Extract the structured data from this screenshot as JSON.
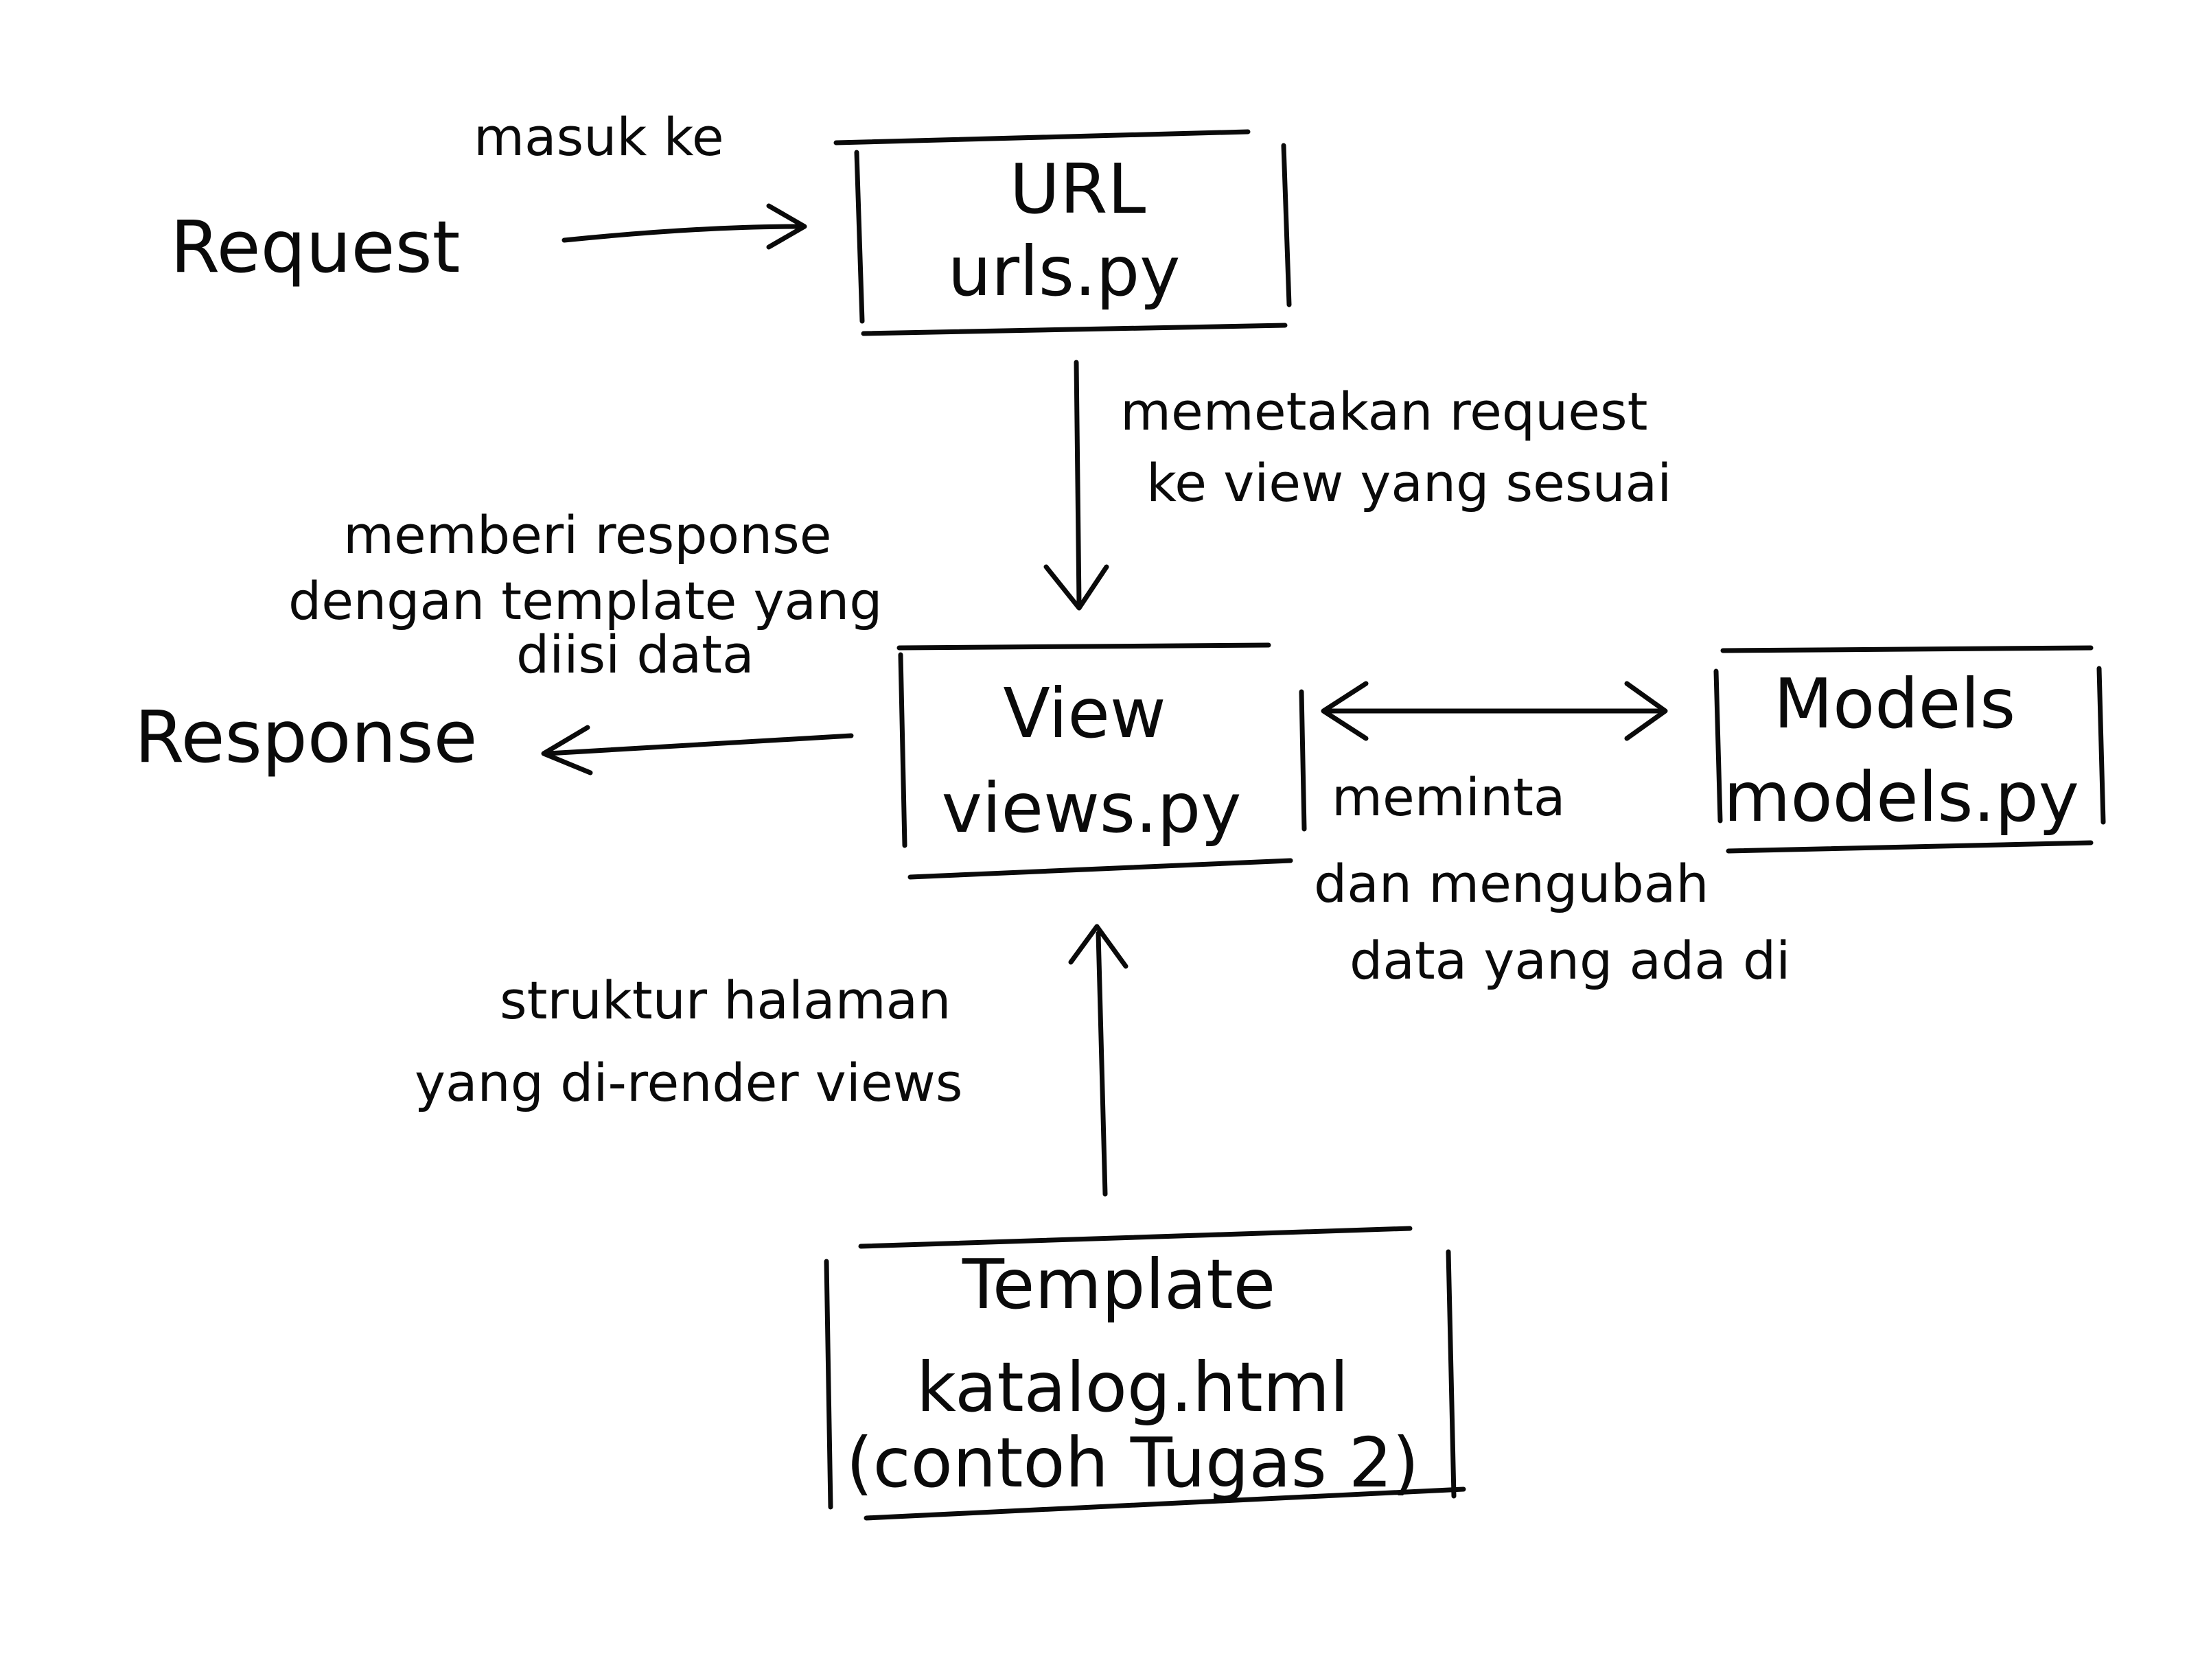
{
  "nodes": {
    "request": {
      "label": "Request"
    },
    "response": {
      "label": "Response"
    },
    "url": {
      "title": "URL",
      "file": "urls.py"
    },
    "view": {
      "title": "View",
      "file": "views.py"
    },
    "models": {
      "title": "Models",
      "file": "models.py"
    },
    "template": {
      "title": "Template",
      "file": "katalog.html",
      "note": "(contoh Tugas 2)"
    }
  },
  "edges": {
    "request_to_url": {
      "label": "masuk ke"
    },
    "url_to_view": {
      "lines": [
        "memetakan request",
        "ke view yang sesuai"
      ]
    },
    "view_to_response": {
      "lines": [
        "memberi response",
        "dengan template yang",
        "diisi data"
      ]
    },
    "view_models": {
      "lines": [
        "meminta",
        "dan mengubah",
        "data yang ada di"
      ]
    },
    "template_to_view": {
      "lines": [
        "struktur halaman",
        "yang di-render views"
      ]
    }
  }
}
